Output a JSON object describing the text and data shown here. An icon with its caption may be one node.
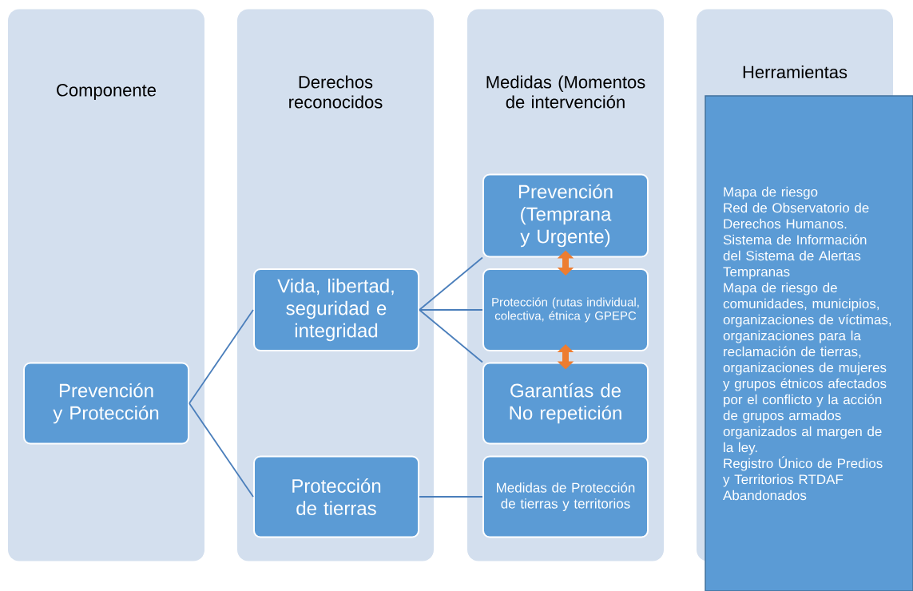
{
  "diagram": {
    "nodes": [
      {
        "text": [
          "Componente"
        ]
      },
      {
        "text": [
          "Derechos reconocidos"
        ]
      },
      {
        "text": [
          "Medidas (Momentos de intervención"
        ]
      },
      {
        "text": [
          "Herramientas"
        ]
      },
      {
        "text": [
          "Prevención y Protección"
        ],
        "in": 0
      },
      {
        "text": [
          "Vida, libertad, seguridad e integridad"
        ],
        "in": 1
      },
      {
        "text": [
          "Protección de tierras"
        ],
        "in": 1
      },
      {
        "text": [
          "Prevención (Temprana y Urgente)"
        ],
        "in": 2
      },
      {
        "text": [
          "Protección (rutas individual, colectiva, étnica y GPEPC"
        ],
        "in": 2
      },
      {
        "text": [
          "Garantías de No repetición"
        ],
        "in": 2
      },
      {
        "text": [
          "Medidas de Protección de tierras y territorios"
        ],
        "in": 2
      },
      {
        "text": [
          "Mapa de riesgo",
          "Red de Observatorio de Derechos Humanos.",
          "Sistema de Información del Sistema de Alertas Tempranas",
          "Mapa de riesgo de comunidades, municipios, organizaciones de víctimas, organizaciones para la reclamación de tierras, organizaciones de mujeres y grupos étnicos afectados por el conflicto y la acción de grupos armados organizados al margen de la ley.",
          "Registro Único de Predios y Territorios RTDAF Abandonados"
        ]
      }
    ],
    "edges": [
      {
        "from": 4,
        "to": 5,
        "arrow": "none"
      },
      {
        "from": 4,
        "to": 6,
        "arrow": "none"
      },
      {
        "from": 5,
        "to": 7,
        "arrow": "none"
      },
      {
        "from": 5,
        "to": 8,
        "arrow": "none"
      },
      {
        "from": 5,
        "to": 9,
        "arrow": "none"
      },
      {
        "from": 6,
        "to": 10,
        "arrow": "none"
      },
      {
        "from": 7,
        "to": 8,
        "arrow": "both",
        "style": "thick",
        "color": "#ed7d31"
      },
      {
        "from": 8,
        "to": 9,
        "arrow": "both",
        "style": "thick",
        "color": "#ed7d31"
      }
    ]
  }
}
